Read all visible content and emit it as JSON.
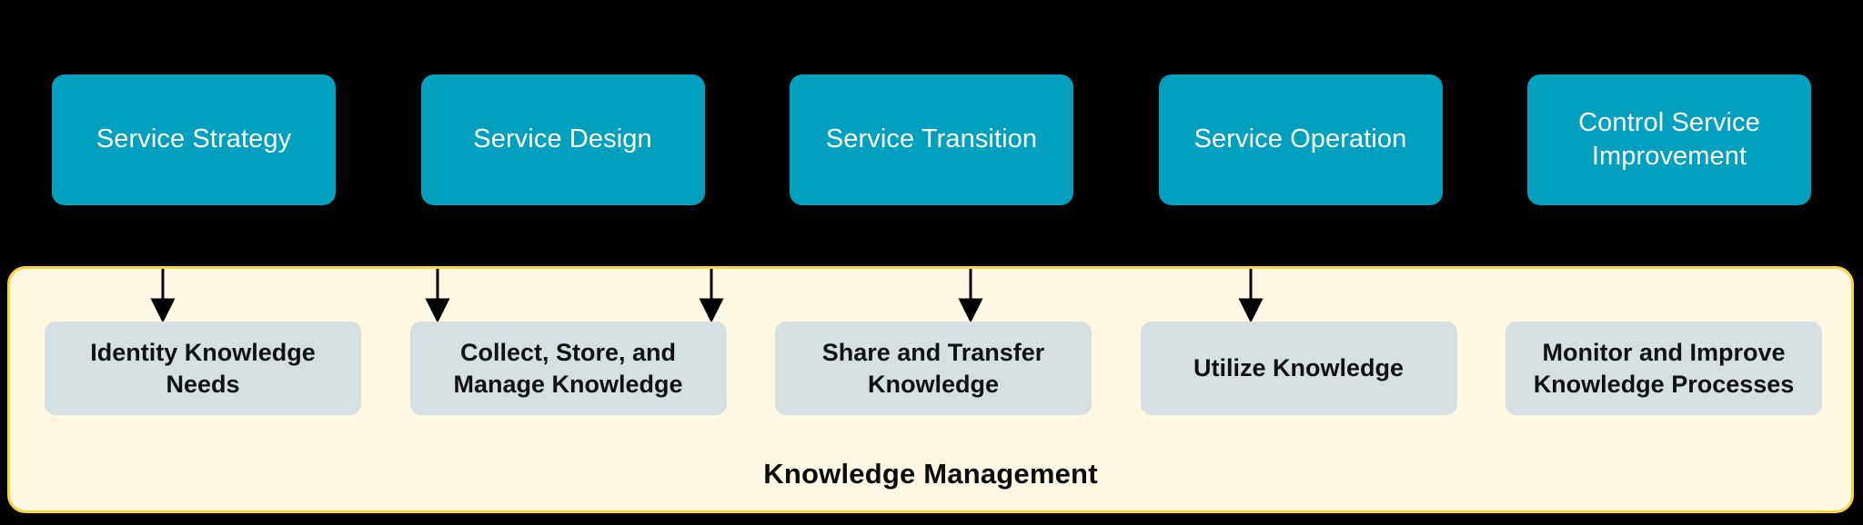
{
  "diagram": {
    "title": "Knowledge Management",
    "colors": {
      "background": "#000000",
      "stage_box_fill": "#00A0BE",
      "stage_box_text": "#FFFFFF",
      "container_fill": "#FFF8E2",
      "container_border": "#F7D33C",
      "activity_box_fill": "#D6E0E2",
      "activity_box_text": "#111111",
      "arrow": "#000000"
    },
    "stages": [
      {
        "id": "service-strategy",
        "label": "Service Strategy"
      },
      {
        "id": "service-design",
        "label": "Service Design"
      },
      {
        "id": "service-transition",
        "label": "Service Transition"
      },
      {
        "id": "service-operation",
        "label": "Service Operation"
      },
      {
        "id": "control-service-improvement",
        "label": "Control Service Improvement"
      }
    ],
    "activities": [
      {
        "id": "identify-knowledge-needs",
        "label": "Identity Knowledge Needs"
      },
      {
        "id": "collect-store-manage",
        "label": "Collect, Store, and Manage Knowledge"
      },
      {
        "id": "share-transfer",
        "label": "Share and Transfer Knowledge"
      },
      {
        "id": "utilize-knowledge",
        "label": "Utilize Knowledge"
      },
      {
        "id": "monitor-improve-processes",
        "label": "Monitor and Improve Knowledge Processes"
      }
    ],
    "connectors": [
      {
        "id": "arrow-1",
        "from": "service-strategy",
        "to": "identify-knowledge-needs"
      },
      {
        "id": "arrow-2",
        "from": "service-design",
        "to": "collect-store-manage"
      },
      {
        "id": "arrow-3",
        "from": "service-transition",
        "to": "share-transfer"
      },
      {
        "id": "arrow-4",
        "from": "service-operation",
        "to": "utilize-knowledge"
      },
      {
        "id": "arrow-5",
        "from": "control-service-improvement",
        "to": "monitor-improve-processes"
      }
    ]
  }
}
